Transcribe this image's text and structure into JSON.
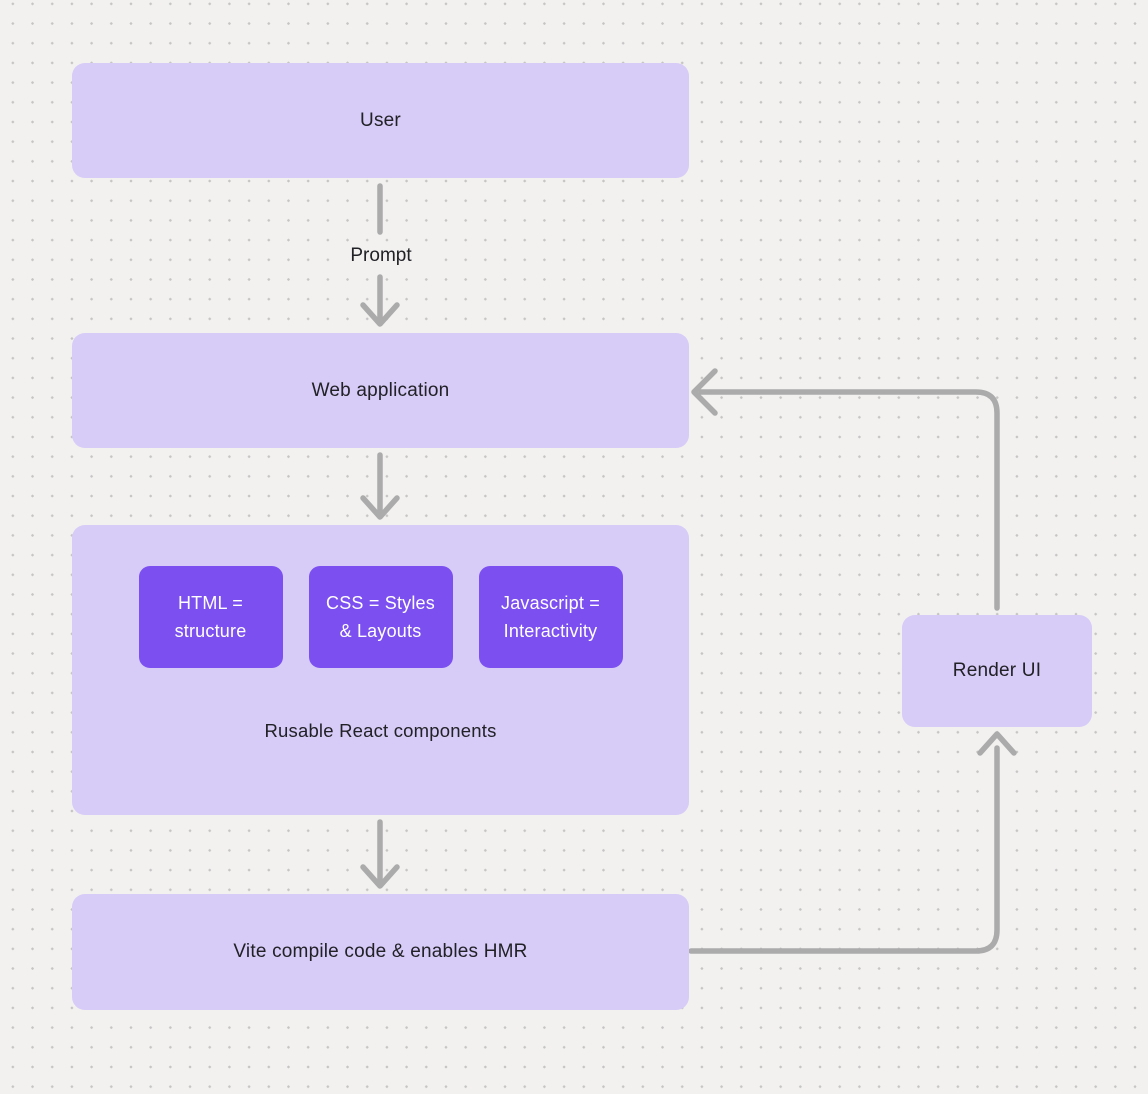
{
  "colors": {
    "canvas_bg": "#f2f1f0",
    "dot": "#c6c5c4",
    "box_light": "#d7cbf7",
    "box_dark": "#7b4ff0",
    "arrow": "#ababab",
    "text_dark": "#212126",
    "text_light": "#ffffff"
  },
  "nodes": {
    "user": {
      "label": "User"
    },
    "web_application": {
      "label": "Web application"
    },
    "components_group": {
      "caption": "Rusable React components",
      "chips": [
        {
          "lines": [
            "HTML =",
            "structure"
          ]
        },
        {
          "lines": [
            "CSS = Styles",
            "& Layouts"
          ]
        },
        {
          "lines": [
            "Javascript =",
            "Interactivity"
          ]
        }
      ]
    },
    "vite": {
      "label": "Vite compile code & enables HMR"
    },
    "render_ui": {
      "label": "Render UI"
    }
  },
  "edge_labels": {
    "prompt": "Prompt"
  }
}
